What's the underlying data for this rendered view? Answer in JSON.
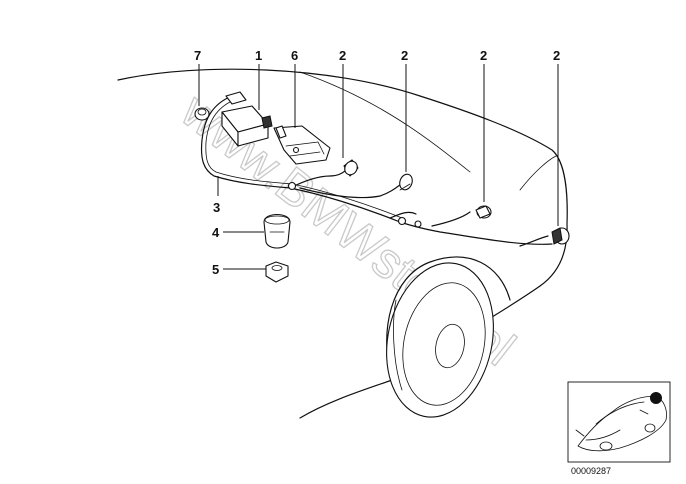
{
  "callouts": [
    {
      "id": "7",
      "label": "7"
    },
    {
      "id": "1",
      "label": "1"
    },
    {
      "id": "6",
      "label": "6"
    },
    {
      "id": "2a",
      "label": "2"
    },
    {
      "id": "2b",
      "label": "2"
    },
    {
      "id": "2c",
      "label": "2"
    },
    {
      "id": "2d",
      "label": "2"
    },
    {
      "id": "3",
      "label": "3"
    },
    {
      "id": "4",
      "label": "4"
    },
    {
      "id": "5",
      "label": "5"
    }
  ],
  "watermark": "www.BMWstore.pl",
  "diagram_id": "00009287",
  "colors": {
    "ink": "#111111",
    "watermark": "#c9c9c9",
    "background": "#ffffff"
  }
}
